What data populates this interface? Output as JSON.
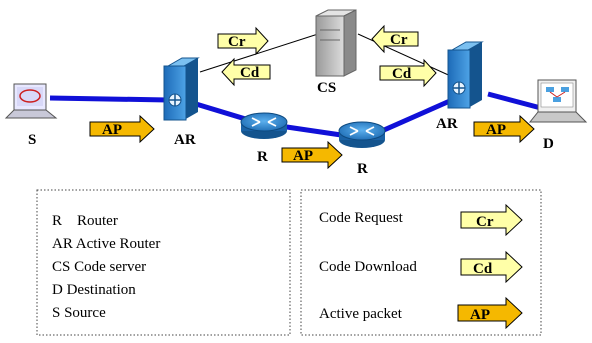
{
  "nodes": {
    "source": "S",
    "ar_left": "AR",
    "router_left": "R",
    "router_right": "R",
    "ar_right": "AR",
    "code_server": "CS",
    "destination": "D"
  },
  "arrows": {
    "cr_left": "Cr",
    "cd_left": "Cd",
    "cr_right": "Cr",
    "cd_right": "Cd",
    "ap_source": "AP",
    "ap_routers": "AP",
    "ap_dest": "AP"
  },
  "legend_left": [
    "R    Router",
    "AR Active Router",
    "CS Code server",
    "D Destination",
    "S Source"
  ],
  "legend_right": [
    {
      "label": "Code Request",
      "arrow": "Cr"
    },
    {
      "label": "Code Download",
      "arrow": "Cd"
    },
    {
      "label": "Active packet",
      "arrow": "AP"
    }
  ],
  "colors": {
    "link": "#1010d8",
    "request_arrow": "#ffffa8",
    "packet_arrow": "#f5b800",
    "router": "#2a7fc8",
    "active_router": "#3a8fd6",
    "server": "#c8c8c8"
  }
}
